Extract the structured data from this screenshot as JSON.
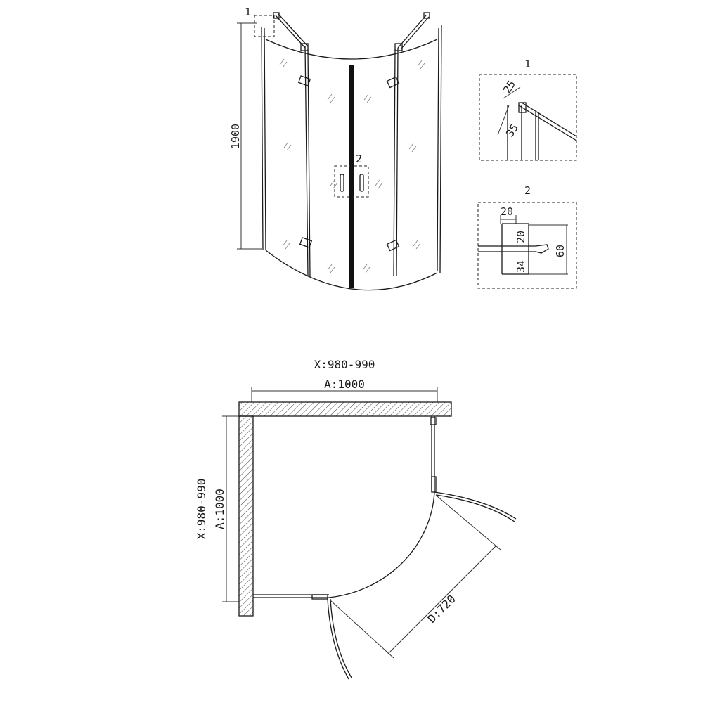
{
  "elevation": {
    "height_label": "1900",
    "callout_1": "1",
    "callout_2": "2"
  },
  "detail1": {
    "title": "1",
    "dim_a": "25",
    "dim_b": "35"
  },
  "detail2": {
    "title": "2",
    "dim_width": "20",
    "dim_upper": "20",
    "dim_lower": "34",
    "dim_total": "60"
  },
  "plan": {
    "x_top": "X:980-990",
    "a_top": "A:1000",
    "x_side": "X:980-990",
    "a_side": "A:1000",
    "door": "D:720"
  }
}
